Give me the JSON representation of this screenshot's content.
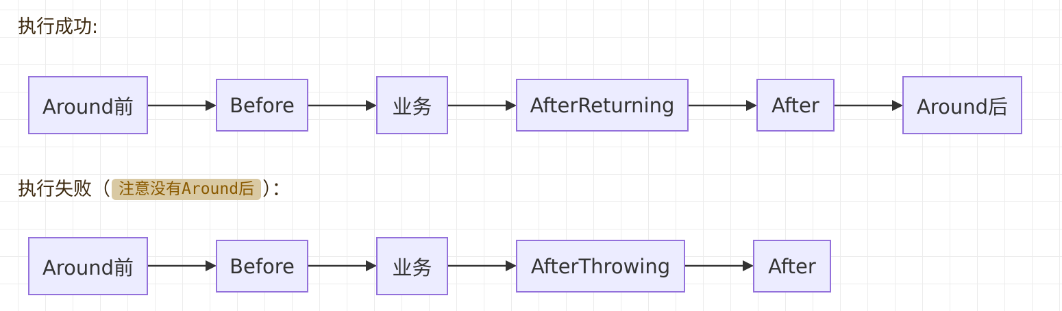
{
  "success": {
    "heading": "执行成功:",
    "nodes": [
      "Around前",
      "Before",
      "业务",
      "AfterReturning",
      "After",
      "Around后"
    ]
  },
  "failure": {
    "heading_prefix": "执行失败（",
    "heading_code": "注意没有Around后",
    "heading_suffix": "）：",
    "nodes": [
      "Around前",
      "Before",
      "业务",
      "AfterThrowing",
      "After"
    ]
  },
  "colors": {
    "node_fill": "#ececff",
    "node_border": "#9370db",
    "edge": "#333333",
    "heading_text": "#3d2a10",
    "code_bg": "#d9c9a3",
    "code_text": "#8a5a00"
  }
}
